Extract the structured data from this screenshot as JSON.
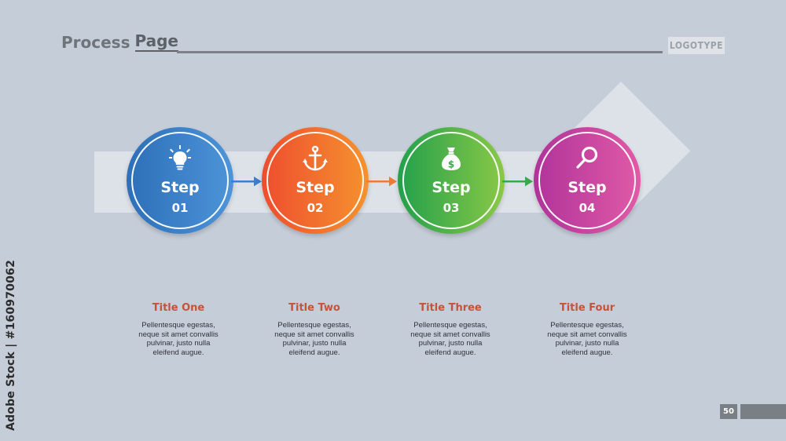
{
  "header": {
    "title_part1": "Process",
    "title_part2": "Page",
    "logotype": "LOGOTYPE"
  },
  "steps": [
    {
      "word": "Step",
      "number": "01",
      "icon": "lightbulb-icon",
      "color_start": "#2d6fb8",
      "color_end": "#4d94d8",
      "arrow_color": "#3a7fc8"
    },
    {
      "word": "Step",
      "number": "02",
      "icon": "anchor-icon",
      "color_start": "#ee4d2e",
      "color_end": "#f5922e",
      "arrow_color": "#f07a35"
    },
    {
      "word": "Step",
      "number": "03",
      "icon": "money-bag-icon",
      "color_start": "#22a04b",
      "color_end": "#8ac847",
      "arrow_color": "#3aa84a"
    },
    {
      "word": "Step",
      "number": "04",
      "icon": "magnifier-icon",
      "color_start": "#b0339a",
      "color_end": "#e05aa6"
    }
  ],
  "columns": [
    {
      "title": "Title One",
      "lines": [
        "Pellentesque egestas,",
        "neque sit amet convallis",
        "pulvinar, justo nulla",
        "eleifend augue."
      ]
    },
    {
      "title": "Title Two",
      "lines": [
        "Pellentesque egestas,",
        "neque sit amet convallis",
        "pulvinar, justo nulla",
        "eleifend augue."
      ]
    },
    {
      "title": "Title Three",
      "lines": [
        "Pellentesque egestas,",
        "neque sit amet convallis",
        "pulvinar, justo nulla",
        "eleifend augue."
      ]
    },
    {
      "title": "Title Four",
      "lines": [
        "Pellentesque egestas,",
        "neque sit amet convallis",
        "pulvinar, justo nulla",
        "eleifend augue."
      ]
    }
  ],
  "footer": {
    "page_number": "50"
  },
  "watermark": {
    "side_text": "Adobe Stock | #160970062"
  },
  "colors": {
    "background": "#c5cdd8",
    "title_accent": "#c4533a"
  }
}
